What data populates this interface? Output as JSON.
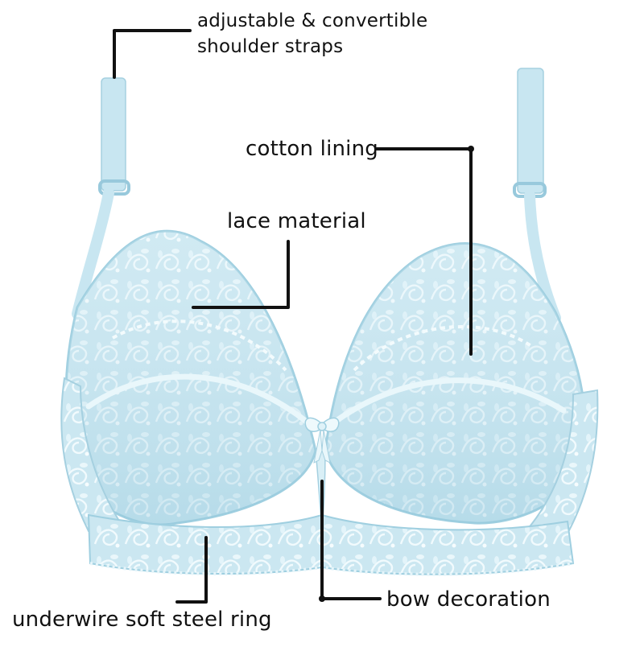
{
  "annotations": {
    "straps": "adjustable & convertible shoulder straps",
    "cotton": "cotton lining",
    "lace": "lace material",
    "bow": "bow decoration",
    "underwire": "underwire soft steel ring"
  },
  "colors": {
    "fabric_base": "#cfeaf3",
    "fabric_shade": "#a9d3e3",
    "lace_highlight": "#eef8fb",
    "leader_line": "#111111"
  }
}
